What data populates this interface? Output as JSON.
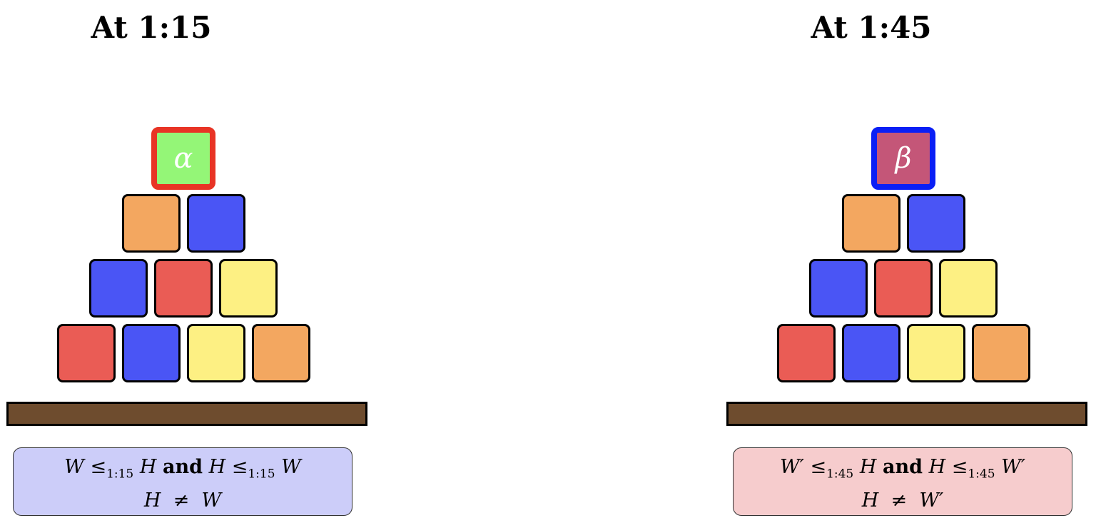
{
  "panels": [
    {
      "title": "At 1:15",
      "top_block": {
        "symbol": "α",
        "fill": "#94f677",
        "border": "#e83425"
      },
      "rows": [
        [
          "#f3a760",
          "#4a55f5"
        ],
        [
          "#4a55f5",
          "#ea5c55",
          "#fdf083"
        ],
        [
          "#ea5c55",
          "#4a55f5",
          "#fdf083",
          "#f3a760"
        ]
      ],
      "caption_bg": "#cccdf9",
      "caption": {
        "a": "W",
        "rel": "≤",
        "sub": "1:15",
        "b": "H",
        "and": "and",
        "c": "H",
        "d": "W",
        "line2_left": "H",
        "neq": "≠",
        "line2_right": "W"
      }
    },
    {
      "title": "At 1:45",
      "top_block": {
        "symbol": "β",
        "fill": "#c45678",
        "border": "#0a1ff5"
      },
      "rows": [
        [
          "#f3a760",
          "#4a55f5"
        ],
        [
          "#4a55f5",
          "#ea5c55",
          "#fdf083"
        ],
        [
          "#ea5c55",
          "#4a55f5",
          "#fdf083",
          "#f3a760"
        ]
      ],
      "caption_bg": "#f6cccd",
      "caption": {
        "a": "W′",
        "rel": "≤",
        "sub": "1:45",
        "b": "H",
        "and": "and",
        "c": "H",
        "d": "W′",
        "line2_left": "H",
        "neq": "≠",
        "line2_right": "W′"
      }
    }
  ]
}
